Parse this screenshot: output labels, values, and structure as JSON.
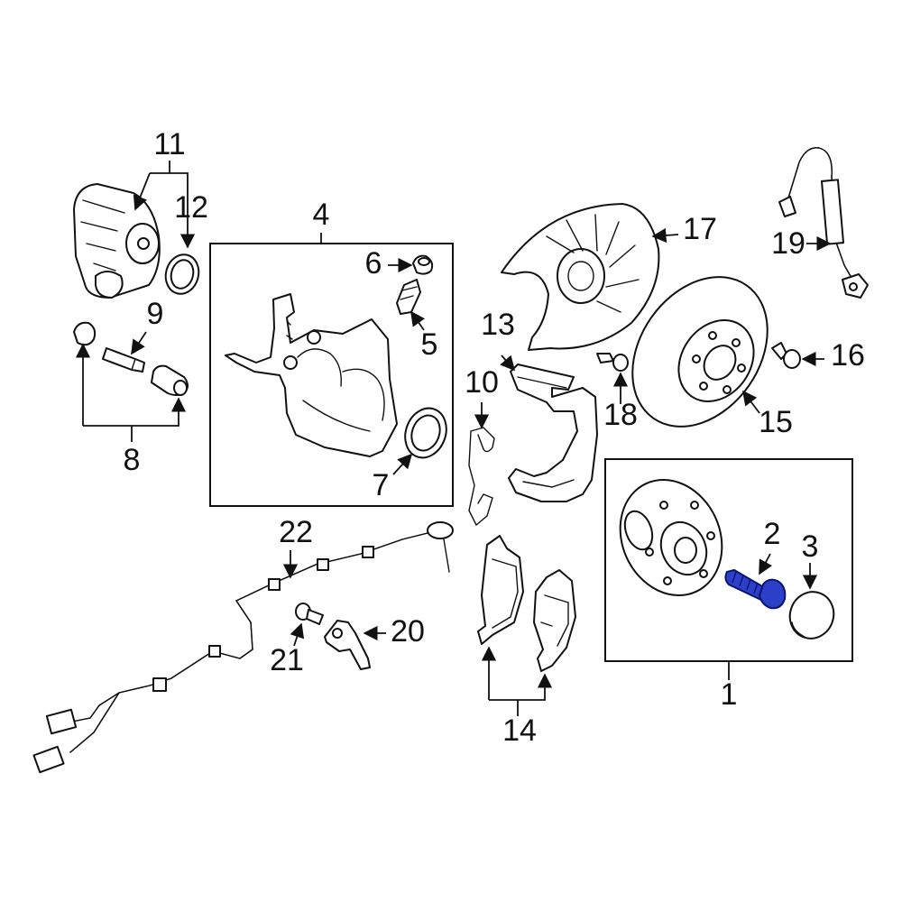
{
  "colors": {
    "line": "#111111",
    "background": "#ffffff",
    "highlight_fill": "#2b3fc8",
    "highlight_stroke": "#0b1670"
  },
  "highlighted_part": "2",
  "callouts": {
    "c1": "1",
    "c2": "2",
    "c3": "3",
    "c4": "4",
    "c5": "5",
    "c6": "6",
    "c7": "7",
    "c8": "8",
    "c9": "9",
    "c10": "10",
    "c11": "11",
    "c12": "12",
    "c13": "13",
    "c14": "14",
    "c15": "15",
    "c16": "16",
    "c17": "17",
    "c18": "18",
    "c19": "19",
    "c20": "20",
    "c21": "21",
    "c22": "22"
  }
}
